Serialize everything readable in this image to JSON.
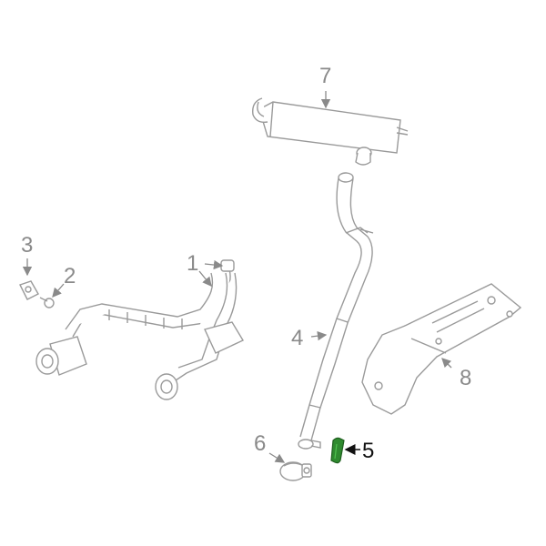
{
  "diagram": {
    "type": "exploded-parts-diagram",
    "subject": "Exhaust system",
    "colors": {
      "line": "#9a9a9a",
      "label": "#8a8a8a",
      "highlight_label": "#111111",
      "highlight_part": "#2f8a2f"
    },
    "callouts": [
      {
        "id": "1",
        "label": "1",
        "part": "catalytic-converter-pipe-assembly",
        "highlighted": false
      },
      {
        "id": "2",
        "label": "2",
        "part": "bolt",
        "highlighted": false
      },
      {
        "id": "3",
        "label": "3",
        "part": "gasket",
        "highlighted": false
      },
      {
        "id": "4",
        "label": "4",
        "part": "intermediate-pipe",
        "highlighted": false
      },
      {
        "id": "5",
        "label": "5",
        "part": "hanger",
        "highlighted": true
      },
      {
        "id": "6",
        "label": "6",
        "part": "clamp",
        "highlighted": false
      },
      {
        "id": "7",
        "label": "7",
        "part": "muffler",
        "highlighted": false
      },
      {
        "id": "8",
        "label": "8",
        "part": "heat-shield",
        "highlighted": false
      }
    ]
  }
}
